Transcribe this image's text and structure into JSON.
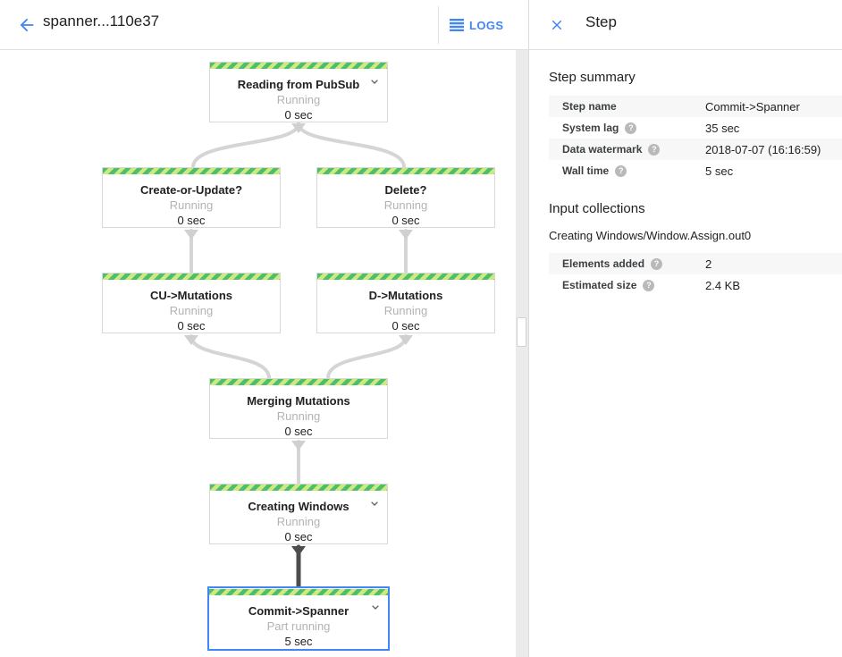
{
  "header": {
    "title": "spanner...110e37",
    "logs_label": "LOGS"
  },
  "panel": {
    "title": "Step",
    "summary": {
      "heading": "Step summary",
      "rows": [
        {
          "label": "Step name",
          "value": "Commit->Spanner"
        },
        {
          "label": "System lag",
          "value": "35 sec"
        },
        {
          "label": "Data watermark",
          "value": "2018-07-07 (16:16:59)"
        },
        {
          "label": "Wall time",
          "value": "5 sec"
        }
      ]
    },
    "input_collections": {
      "heading": "Input collections",
      "collection_name": "Creating Windows/Window.Assign.out0",
      "rows": [
        {
          "label": "Elements added",
          "value": "2"
        },
        {
          "label": "Estimated size",
          "value": "2.4 KB"
        }
      ]
    },
    "help_glyph": "?"
  },
  "graph": {
    "nodes": [
      {
        "label": "Reading from PubSub",
        "status": "Running",
        "time": "0 sec",
        "chevron": true,
        "selected": false
      },
      {
        "label": "Create-or-Update?",
        "status": "Running",
        "time": "0 sec",
        "chevron": false,
        "selected": false
      },
      {
        "label": "Delete?",
        "status": "Running",
        "time": "0 sec",
        "chevron": false,
        "selected": false
      },
      {
        "label": "CU->Mutations",
        "status": "Running",
        "time": "0 sec",
        "chevron": false,
        "selected": false
      },
      {
        "label": "D->Mutations",
        "status": "Running",
        "time": "0 sec",
        "chevron": false,
        "selected": false
      },
      {
        "label": "Merging Mutations",
        "status": "Running",
        "time": "0 sec",
        "chevron": false,
        "selected": false
      },
      {
        "label": "Creating Windows",
        "status": "Running",
        "time": "0 sec",
        "chevron": true,
        "selected": false
      },
      {
        "label": "Commit->Spanner",
        "status": "Part running",
        "time": "5 sec",
        "chevron": true,
        "selected": true
      }
    ],
    "edges": [
      "Reading from PubSub -> Create-or-Update?",
      "Reading from PubSub -> Delete?",
      "Create-or-Update? -> CU->Mutations",
      "Delete? -> D->Mutations",
      "CU->Mutations -> Merging Mutations",
      "D->Mutations -> Merging Mutations",
      "Merging Mutations -> Creating Windows",
      "Creating Windows -> Commit->Spanner"
    ]
  },
  "icons": {
    "back": "arrow-left",
    "logs": "list-lines",
    "close": "x",
    "chevron": "chevron-down",
    "help": "question-mark-circle"
  },
  "colors": {
    "accent_blue": "#4285f4",
    "stripe_green": "#4dbd6e",
    "stripe_light_green": "#cdea7f",
    "edge_gray": "#d5d5d5",
    "edge_dark": "#4d4d4d",
    "status_gray": "#b3b3b3",
    "row_alt_bg": "#f7f7f7",
    "border_gray": "#e0e0e0",
    "selected_border": "#4285f4"
  }
}
